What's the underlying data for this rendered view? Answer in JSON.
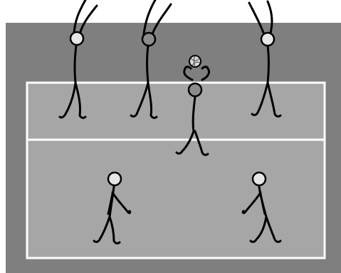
{
  "colors": {
    "background": "#ffffff",
    "floor": "#7f7f7f",
    "court": "#a6a6a6",
    "court_lines": "#ffffff",
    "head_light": "#e6e6e6",
    "head_dark": "#8c8c8c",
    "figure_stroke": "#000000",
    "ball": "#d9d9d9"
  },
  "icons": {
    "players": "stick-figure-icon",
    "ball": "volleyball-icon"
  },
  "scene": {
    "front_row_blockers": 3,
    "setter": 1,
    "back_row_players": 2
  }
}
